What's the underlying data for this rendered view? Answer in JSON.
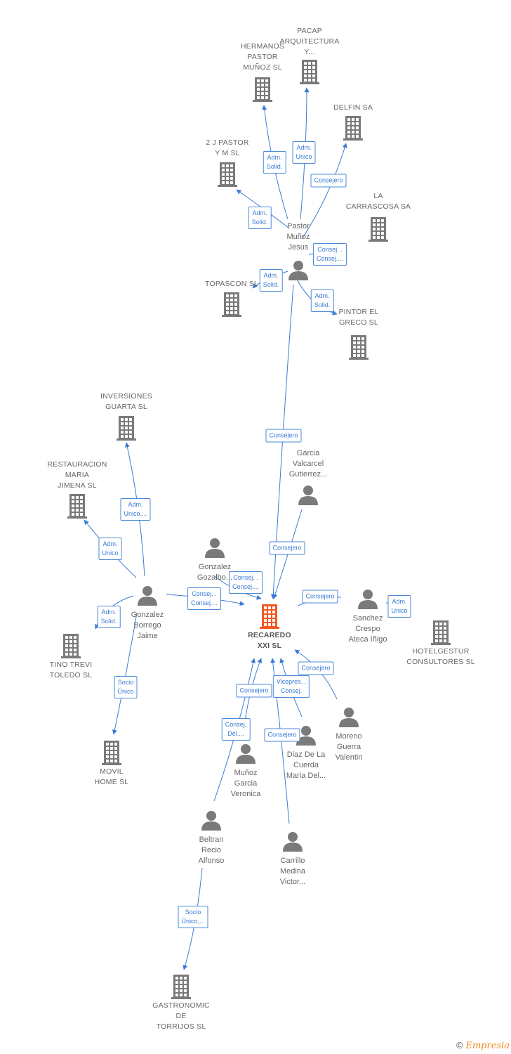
{
  "colors": {
    "edge": "#3a7bd5",
    "node": "#7a7a7a",
    "focus": "#f15a22"
  },
  "companies": [
    {
      "id": "pacap",
      "label": "PACAP\nARQUITECTURA\nY..."
    },
    {
      "id": "hermanos",
      "label": "HERMANOS\nPASTOR\nMUÑOZ SL"
    },
    {
      "id": "delfin",
      "label": "DELFIN SA"
    },
    {
      "id": "2jpastor",
      "label": "2 J PASTOR\nY M SL"
    },
    {
      "id": "carrascosa",
      "label": "LA\nCARRASCOSA SA"
    },
    {
      "id": "topascon",
      "label": "TOPASCON SL"
    },
    {
      "id": "pintor",
      "label": "PINTOR EL\nGRECO SL"
    },
    {
      "id": "inversiones",
      "label": "INVERSIONES\nGUARTA SL"
    },
    {
      "id": "restauracion",
      "label": "RESTAURACION\nMARIA\nJIMENA SL"
    },
    {
      "id": "recaredo",
      "label": "RECAREDO\nXXI SL"
    },
    {
      "id": "hotelgestur",
      "label": "HOTELGESTUR\nCONSULTORES SL"
    },
    {
      "id": "tino",
      "label": "TINO TREVI\nTOLEDO SL"
    },
    {
      "id": "movil",
      "label": "MOVIL\nHOME  SL"
    },
    {
      "id": "gastronomic",
      "label": "GASTRONOMIC\nDE\nTORRIJOS SL"
    }
  ],
  "people": [
    {
      "id": "pastor",
      "label": "Pastor\nMuñoz\nJesus"
    },
    {
      "id": "garcia",
      "label": "Garcia\nValcarcel\nGutierrez..."
    },
    {
      "id": "gonzalez_gozalbo",
      "label": "Gonzalez\nGozalbo..."
    },
    {
      "id": "gonzalez_borrego",
      "label": "Gonzalez\nBorrego\nJaime"
    },
    {
      "id": "sanchez",
      "label": "Sanchez\nCrespo\nAteca Iñigo"
    },
    {
      "id": "moreno",
      "label": "Moreno\nGuerra\nValentin"
    },
    {
      "id": "diaz",
      "label": "Diaz De La\nCuerda\nMaria Del..."
    },
    {
      "id": "munoz",
      "label": "Muñoz\nGarcia\nVeronica"
    },
    {
      "id": "beltran",
      "label": "Beltran\nRecio\nAlfonso"
    },
    {
      "id": "carrillo",
      "label": "Carrillo\nMedina\nVictor..."
    }
  ],
  "relations": [
    {
      "label": "Adm.\nSolid."
    },
    {
      "label": "Adm.\nUnico"
    },
    {
      "label": "Consejero"
    },
    {
      "label": "Adm.\nSolid."
    },
    {
      "label": "Consej. .\nConsej...."
    },
    {
      "label": "Adm.\nSolid."
    },
    {
      "label": "Adm.\nSolid."
    },
    {
      "label": "Consejero"
    },
    {
      "label": "Consejero"
    },
    {
      "label": "Consej. .\nConsej...."
    },
    {
      "label": "Consej. .\nConsej...."
    },
    {
      "label": "Adm.\nUnico,..."
    },
    {
      "label": "Adm.\nUnico"
    },
    {
      "label": "Adm.\nSolid."
    },
    {
      "label": "Socio\nÚnico"
    },
    {
      "label": "Consejero"
    },
    {
      "label": "Adm.\nUnico"
    },
    {
      "label": "Consejero"
    },
    {
      "label": "Vicepres. .\nConsej."
    },
    {
      "label": "Consejero"
    },
    {
      "label": "Consej.\nDel...."
    },
    {
      "label": "Consejero"
    },
    {
      "label": "Socio\nÚnico,..."
    }
  ],
  "footer": {
    "copyright": "©",
    "brand": "Empresia"
  }
}
